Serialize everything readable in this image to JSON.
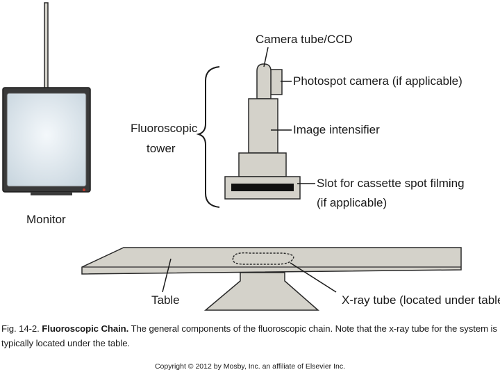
{
  "labels": {
    "monitor": "Monitor",
    "camera_tube": "Camera tube/CCD",
    "photospot_camera": "Photospot camera (if applicable)",
    "fluoroscopic_tower_line1": "Fluoroscopic",
    "fluoroscopic_tower_line2": "tower",
    "image_intensifier": "Image intensifier",
    "slot_line1": "Slot for cassette spot filming",
    "slot_line2": "(if applicable)",
    "table": "Table",
    "xray_tube": "X-ray tube (located under table)"
  },
  "caption": {
    "fig_number": "Fig. 14-2.",
    "fig_title": "Fluoroscopic Chain.",
    "fig_text": "The general components of the fluoroscopic chain. Note that the x-ray tube for the system is typically located under the table."
  },
  "copyright": "Copyright © 2012 by Mosby, Inc.  an affiliate of Elsevier Inc.",
  "colors": {
    "device_fill": "#d4d2ca",
    "device_stroke": "#2a2a2a",
    "screen_fill": "#e6eef4",
    "slot_bar": "#111111",
    "monitor_led": "#c0392b"
  }
}
